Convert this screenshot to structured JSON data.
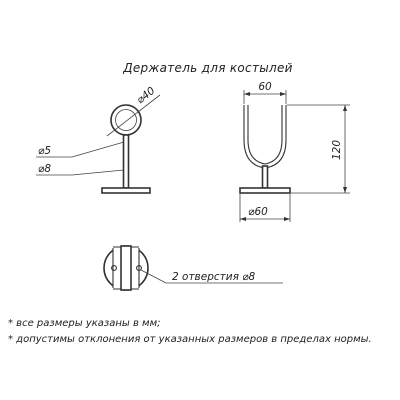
{
  "title": "Держатель для костылей",
  "labels": {
    "ring_diameter": "⌀40",
    "hole_diameter": "⌀5",
    "rod_diameter": "⌀8",
    "width": "60",
    "height": "120",
    "base_diameter": "⌀60",
    "holes_note": "2 отверстия ⌀8"
  },
  "notes": [
    "* все размеры указаны в мм;",
    "* допустимы отклонения от указанных размеров в пределах нормы."
  ]
}
